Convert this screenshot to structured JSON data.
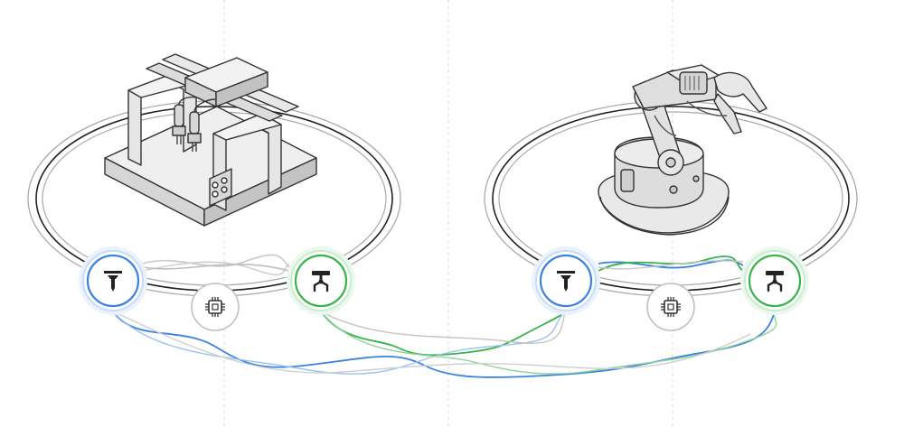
{
  "colors": {
    "background": "#ffffff",
    "blue": "#3b82e0",
    "blue_glow": "#cfe2fb",
    "green": "#37b44a",
    "green_glow": "#d3f0d7",
    "gray_wire": "#b5b5b5",
    "outline": "#333333",
    "machine_fill": "#e6e6e6",
    "machine_shade": "#bdbdbd",
    "guide_line": "#d9d9d9"
  },
  "stations": [
    {
      "machine": "gantry-robot",
      "left_node": {
        "icon": "drill-tool-icon",
        "color": "blue"
      },
      "center_node": {
        "icon": "chip-icon",
        "color": "gray"
      },
      "right_node": {
        "icon": "gripper-tool-icon",
        "color": "green"
      }
    },
    {
      "machine": "articulated-robot-arm",
      "left_node": {
        "icon": "drill-tool-icon",
        "color": "blue"
      },
      "center_node": {
        "icon": "chip-icon",
        "color": "gray"
      },
      "right_node": {
        "icon": "gripper-tool-icon",
        "color": "green"
      }
    }
  ]
}
